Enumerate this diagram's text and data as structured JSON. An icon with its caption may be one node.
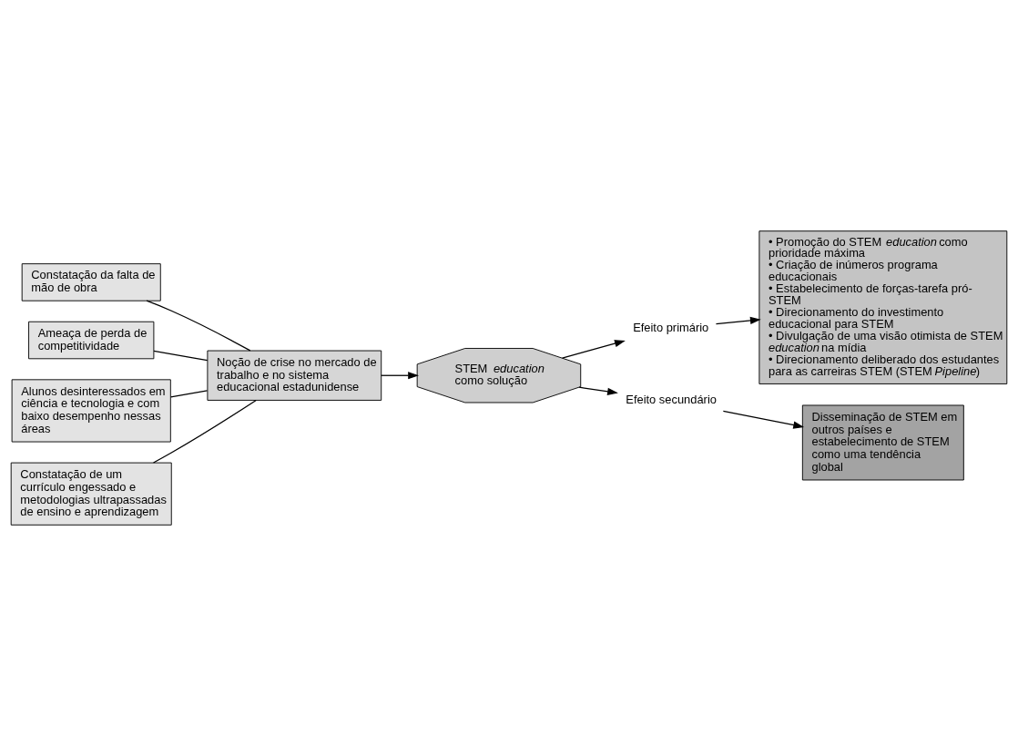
{
  "diagram": {
    "nodes": [
      {
        "text": [
          "Constatação da falta de mão de obra"
        ]
      },
      {
        "text": [
          "Ameaça de perda de competitividade"
        ]
      },
      {
        "text": [
          "Alunos desinteressados em ciência e tecnologia e com baixo desempenho nessas áreas"
        ]
      },
      {
        "text": [
          "Constatação de um currículo engessado e metodologias ultrapassadas de ensino e aprendizagem"
        ]
      },
      {
        "text": [
          "Noção de crise no mercado de trabalho e no sistema educacional estadunidense"
        ]
      },
      {
        "text": [
          "STEM *education* como solução"
        ]
      },
      {
        "text": [
          "Efeito primário"
        ]
      },
      {
        "text": [
          "Efeito secundário"
        ]
      },
      {
        "text": [
          "• Promoção do STEM *education* como prioridade máxima",
          "• Criação de inúmeros programa educacionais",
          "• Estabelecimento de forças-tarefa pró-STEM",
          "• Direcionamento do investimento educacional para STEM",
          "• Divulgação de uma visão otimista de STEM *education* na mídia",
          "• Direcionamento deliberado dos estudantes para as carreiras STEM (STEM *Pipeline*)"
        ]
      },
      {
        "text": [
          "Disseminação de STEM em outros países e estabelecimento de STEM como uma tendência global"
        ]
      }
    ],
    "edges": [
      {
        "from": 0,
        "to": 4,
        "arrow": "none"
      },
      {
        "from": 1,
        "to": 4,
        "arrow": "none"
      },
      {
        "from": 2,
        "to": 4,
        "arrow": "none"
      },
      {
        "from": 3,
        "to": 4,
        "arrow": "none"
      },
      {
        "from": 4,
        "to": 5,
        "arrow": "to"
      },
      {
        "from": 5,
        "to": 6,
        "arrow": "to"
      },
      {
        "from": 5,
        "to": 7,
        "arrow": "to"
      },
      {
        "from": 6,
        "to": 8,
        "arrow": "to"
      },
      {
        "from": 7,
        "to": 9,
        "arrow": "to"
      }
    ]
  }
}
